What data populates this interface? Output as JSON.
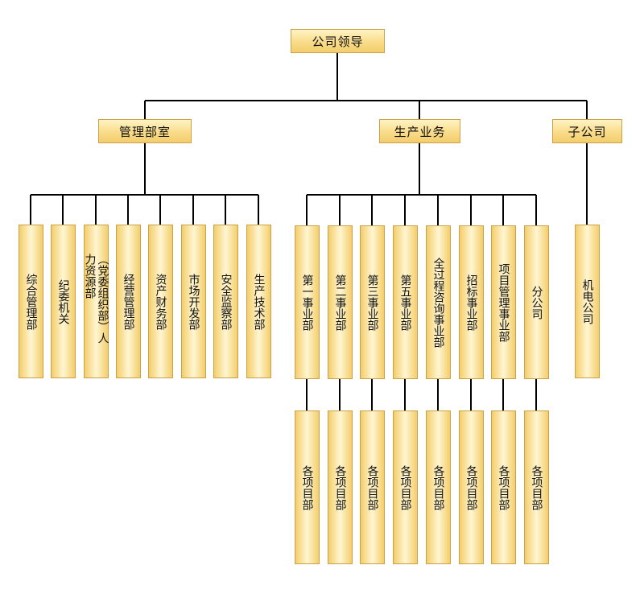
{
  "root": {
    "label": "公司领导"
  },
  "groups": [
    {
      "label": "管理部室",
      "children": [
        "综合管理部",
        "纪委机关",
        "（党委组织部）人力资源部",
        "经营管理部",
        "资产财务部",
        "市场开发部",
        "安全监察部",
        "生产技术部"
      ]
    },
    {
      "label": "生产业务",
      "children": [
        "第一事业部",
        "第二事业部",
        "第三事业部",
        "第五事业部",
        "全过程咨询事业部",
        "招标事业部",
        "项目管理事业部",
        "分公司"
      ],
      "sub_label": "各项目部"
    },
    {
      "label": "子公司",
      "children": [
        "机电公司"
      ]
    }
  ],
  "colors": {
    "line": "#000000",
    "box_border": "#c9a24a",
    "box_fill": "#f9dc8a"
  }
}
